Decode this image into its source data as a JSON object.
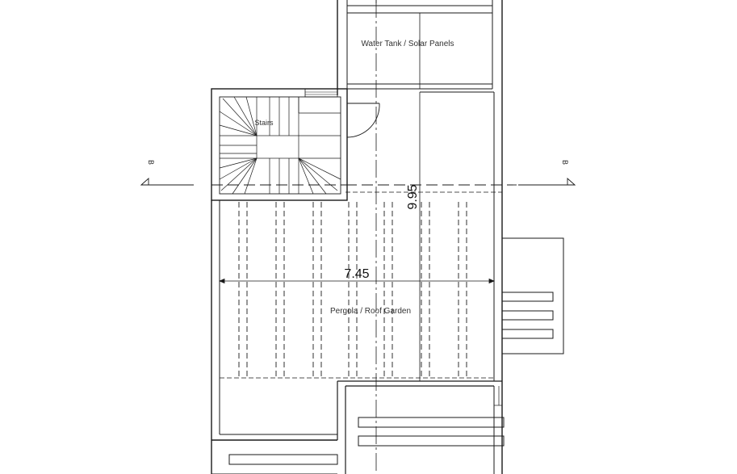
{
  "drawing": {
    "line_color": "#1a1a1a",
    "background": "#ffffff",
    "rooms": {
      "water_tank": "Water Tank  /  Solar Panels",
      "stairs": "Stairs",
      "pergola": "Pergola  /  Roof Garden"
    },
    "dimensions": {
      "width": "7.45",
      "depth": "9.95"
    },
    "section_marks": {
      "left": "B",
      "right": "B"
    }
  }
}
